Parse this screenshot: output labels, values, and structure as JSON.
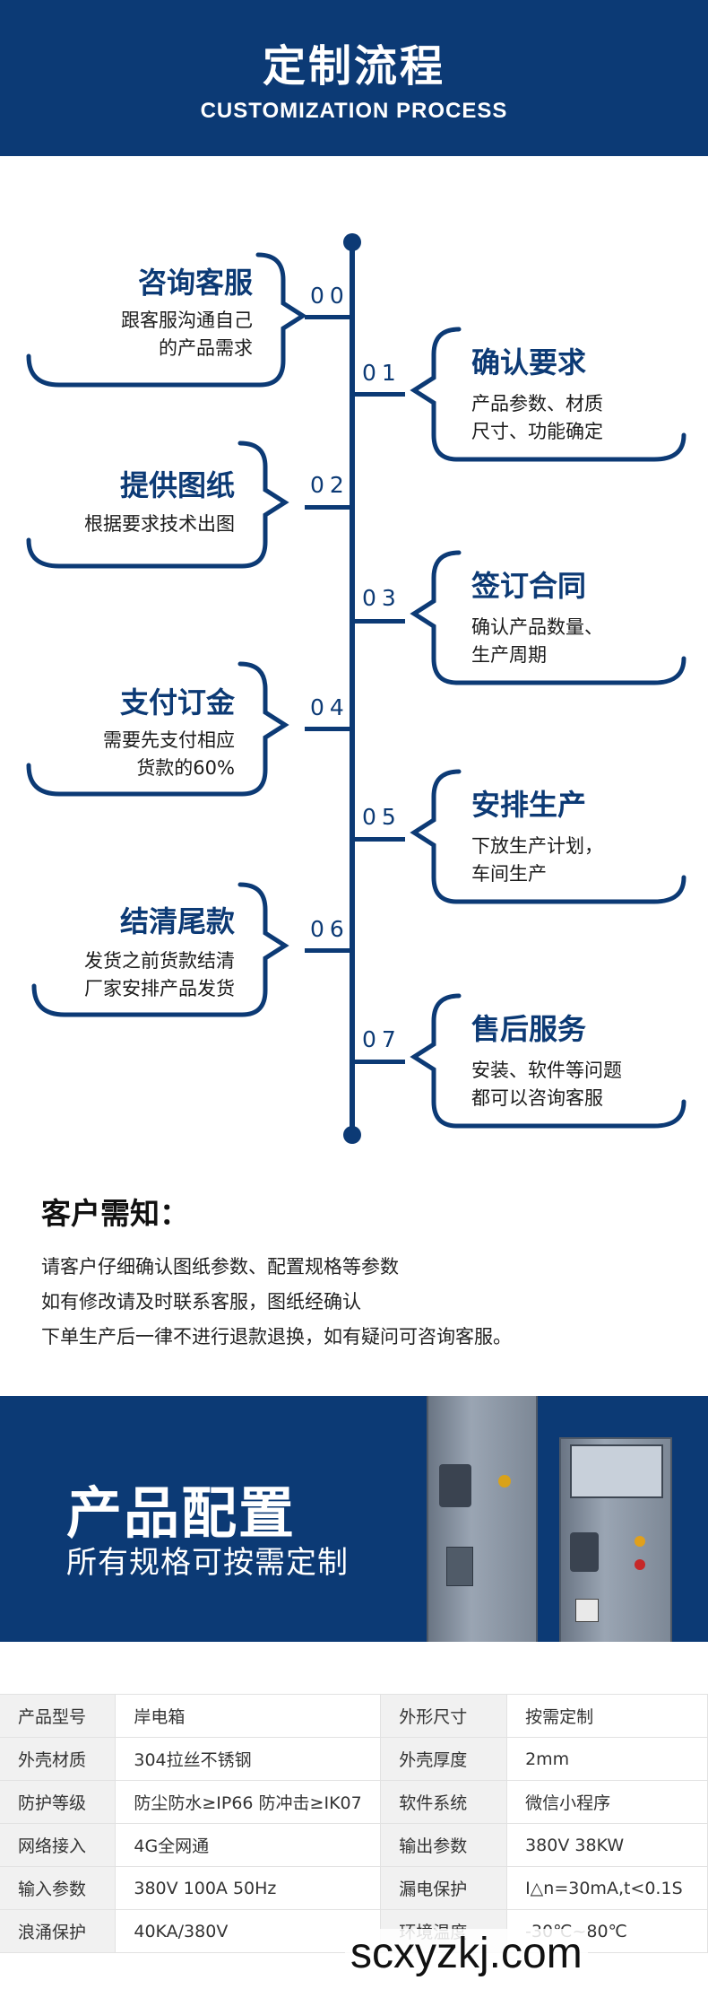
{
  "header": {
    "title": "定制流程",
    "subtitle": "CUSTOMIZATION PROCESS"
  },
  "steps": [
    {
      "num": "00",
      "title": "咨询客服",
      "lines": [
        "跟客服沟通自己",
        "的产品需求"
      ]
    },
    {
      "num": "01",
      "title": "确认要求",
      "lines": [
        "产品参数、材质",
        "尺寸、功能确定"
      ]
    },
    {
      "num": "02",
      "title": "提供图纸",
      "lines": [
        "根据要求技术出图"
      ]
    },
    {
      "num": "03",
      "title": "签订合同",
      "lines": [
        "确认产品数量、",
        "生产周期"
      ]
    },
    {
      "num": "04",
      "title": "支付订金",
      "lines": [
        "需要先支付相应",
        "货款的60%"
      ]
    },
    {
      "num": "05",
      "title": "安排生产",
      "lines": [
        "下放生产计划，",
        "车间生产"
      ]
    },
    {
      "num": "06",
      "title": "结清尾款",
      "lines": [
        "发货之前货款结清",
        "厂家安排产品发货"
      ]
    },
    {
      "num": "07",
      "title": "售后服务",
      "lines": [
        "安装、软件等问题",
        "都可以咨询客服"
      ]
    }
  ],
  "notice": {
    "title": "客户需知：",
    "lines": [
      "请客户仔细确认图纸参数、配置规格等参数",
      "如有修改请及时联系客服，图纸经确认",
      "下单生产后一律不进行退款退换，如有疑问可咨询客服。"
    ]
  },
  "config": {
    "title": "产品配置",
    "subtitle": "所有规格可按需定制"
  },
  "specs": [
    [
      "产品型号",
      "岸电箱",
      "外形尺寸",
      "按需定制"
    ],
    [
      "外壳材质",
      "304拉丝不锈钢",
      "外壳厚度",
      "2mm"
    ],
    [
      "防护等级",
      "防尘防水≥IP66 防冲击≥IK07",
      "软件系统",
      "微信小程序"
    ],
    [
      "网络接入",
      "4G全网通",
      "输出参数",
      "380V 38KW"
    ],
    [
      "输入参数",
      "380V 100A 50Hz",
      "漏电保护",
      "I△n=30mA,t<0.1S"
    ],
    [
      "浪涌保护",
      "40KA/380V",
      "环境温度",
      "-30℃~80℃"
    ]
  ],
  "watermark": "scxyzkj.com",
  "colors": {
    "primary": "#0c3a75",
    "background": "#ffffff"
  }
}
